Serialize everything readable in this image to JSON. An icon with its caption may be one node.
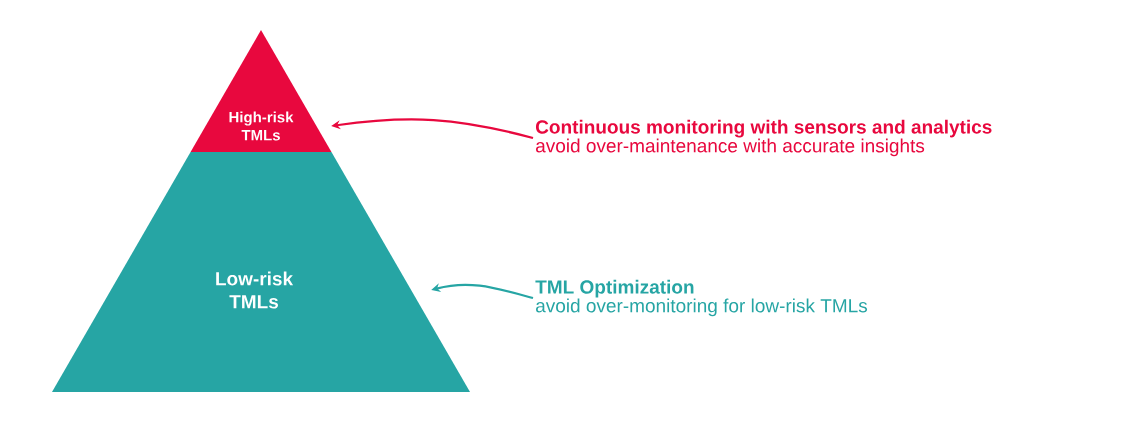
{
  "diagram": {
    "nodes": [
      {
        "text": [
          "High-risk TMLs"
        ]
      },
      {
        "text": [
          "Low-risk TMLs"
        ]
      },
      {
        "text": [
          "Continuous monitoring with sensors and analytics",
          "avoid over-maintenance with accurate insights"
        ]
      },
      {
        "text": [
          "TML Optimization",
          "avoid over-monitoring for low-risk TMLs"
        ]
      }
    ],
    "edges": [
      {
        "from": 2,
        "to": 0,
        "arrow": "to",
        "color": "#e8083e"
      },
      {
        "from": 3,
        "to": 1,
        "arrow": "to",
        "color": "#26a5a4"
      }
    ]
  }
}
